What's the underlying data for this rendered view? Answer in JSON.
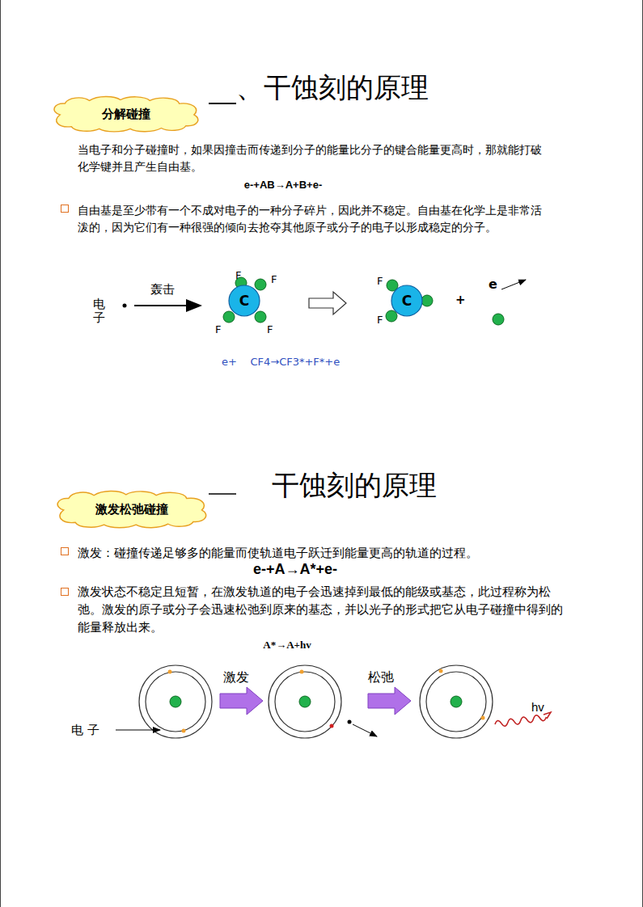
{
  "diagram": {
    "title": "、干蚀刻的原理",
    "nodes": [
      {
        "text": [
          "分解碰撞"
        ]
      },
      {
        "text": [
          "C"
        ]
      },
      {
        "text": [
          "C"
        ]
      },
      {
        "text": [
          "激发松弛碰撞"
        ]
      }
    ],
    "labels": [
      "当电子和分子碰撞时，如果因撞击而传递到分子的能量比分子的键合能量更高时，那就能打破化学键并且产生自由基。",
      "e-+AB→A+B+e-",
      "自由基是至少带有一个不成对电子的一种分子碎片，因此并不稳定。自由基在化学上是非常活泼的，因为它们有一种很强的倾向去抢夺其他原子或分子的电子以形成稳定的分子。",
      "轰击",
      "电子",
      "F",
      "F",
      "F",
      "F",
      "F",
      "F",
      "+",
      "e",
      "e+    CF4→CF3*+F*+e",
      "干蚀刻的原理",
      "激发：碰撞传递足够多的能量而使轨道电子跃迁到能量更高的轨道的过程。",
      "e-+A→A*+e-",
      "激发状态不稳定且短暂，在激发轨道的电子会迅速掉到最低的能级或基态，此过程称为松弛。激发的原子或分子会迅速松弛到原来的基态，并以光子的形式把它从电子碰撞中得到的能量释放出来。",
      "A*→A+hv",
      "激发",
      "松弛",
      "电 子",
      "hv"
    ]
  }
}
